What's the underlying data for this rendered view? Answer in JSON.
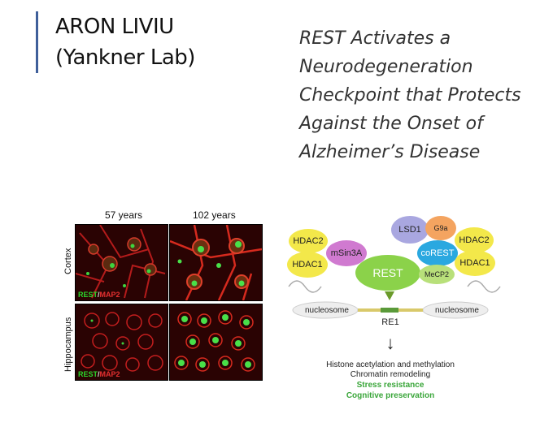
{
  "slide": {
    "author_line1": "ARON LIVIU",
    "author_line2": "(Yankner Lab)",
    "title_lines": [
      "REST Activates a",
      "Neurodegeneration",
      "Checkpoint that Protects",
      "Against the Onset of",
      "Alzheimer’s Disease"
    ]
  },
  "micrograph": {
    "col1": "57 years",
    "col2": "102 years",
    "row1": "Cortex",
    "row2": "Hippocampus",
    "stain_green": "REST",
    "stain_sep": "/",
    "stain_red": "MAP2"
  },
  "diagram": {
    "hdac2_left": "HDAC2",
    "hdac1_left": "HDAC1",
    "msin3a": "mSin3A",
    "lsd1": "LSD1",
    "g9a": "G9a",
    "hdac2_right": "HDAC2",
    "corest": "coREST",
    "hdac1_right": "HDAC1",
    "rest": "REST",
    "mecp2": "MeCP2",
    "nucleosome_left": "nucleosome",
    "nucleosome_right": "nucleosome",
    "re1": "RE1",
    "arrow": "↓",
    "outcome1": "Histone acetylation and methylation",
    "outcome2": "Chromatin remodeling",
    "outcome3": "Stress resistance",
    "outcome4": "Cognitive preservation"
  },
  "colors": {
    "accent": "#3f5f9a",
    "hdac": "#f3e84a",
    "msin3a": "#d07ad0",
    "lsd1": "#a9a7e0",
    "g9a": "#f4a460",
    "corest": "#2aa8e0",
    "rest": "#8bd24a",
    "mecp2": "#b8e07a"
  }
}
